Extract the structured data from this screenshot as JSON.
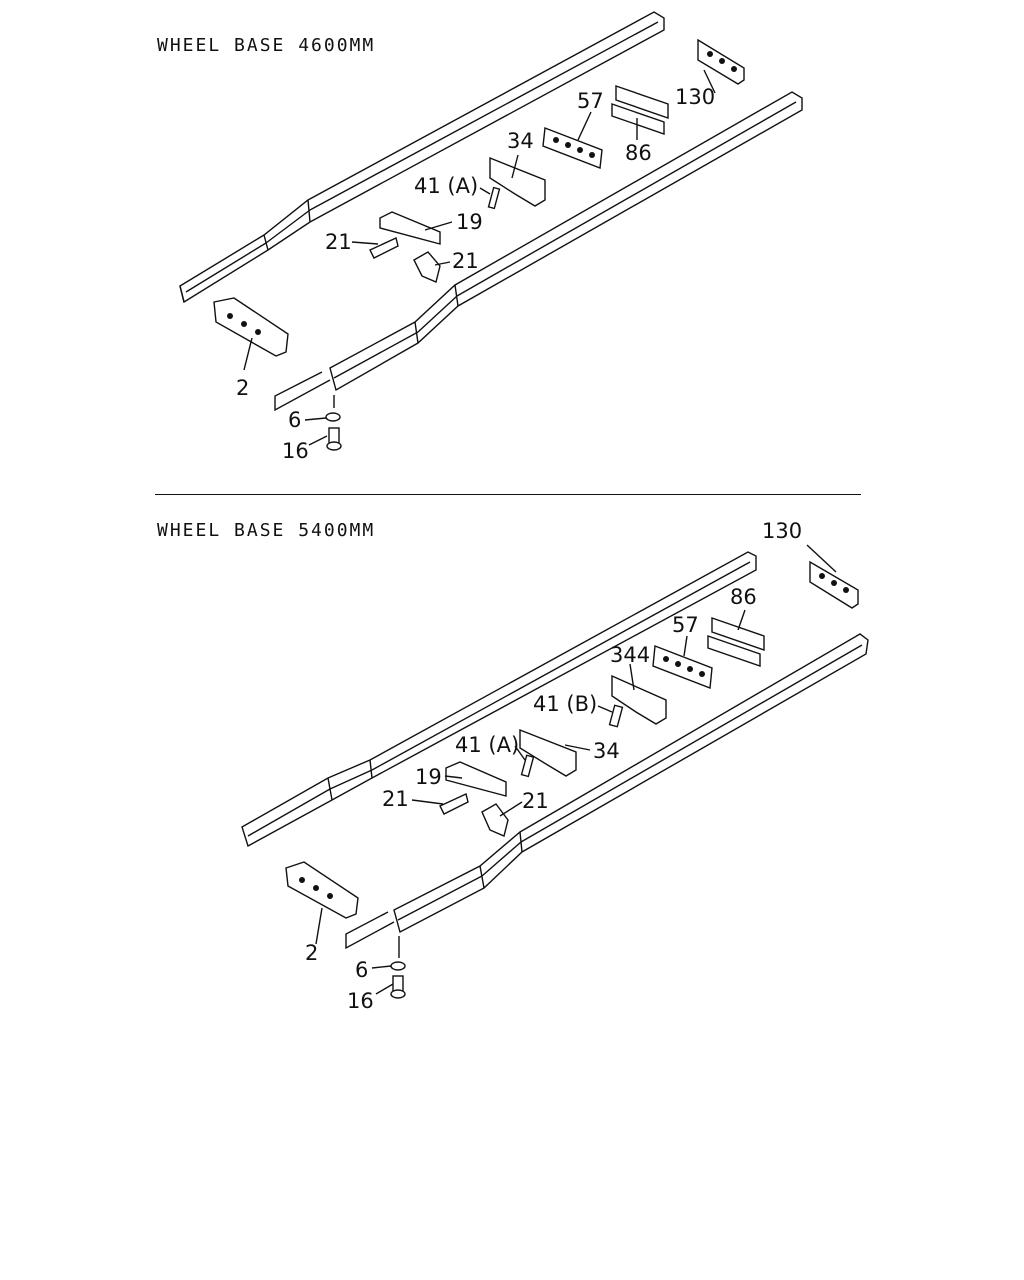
{
  "sections": [
    {
      "title": "WHEEL BASE 4600MM",
      "callouts": [
        "130",
        "57",
        "86",
        "34",
        "41 (A)",
        "19",
        "21",
        "21",
        "2",
        "6",
        "16"
      ]
    },
    {
      "title": "WHEEL BASE 5400MM",
      "callouts": [
        "130",
        "86",
        "57",
        "344",
        "41 (B)",
        "41 (A)",
        "34",
        "19",
        "21",
        "21",
        "2",
        "6",
        "16"
      ]
    }
  ]
}
